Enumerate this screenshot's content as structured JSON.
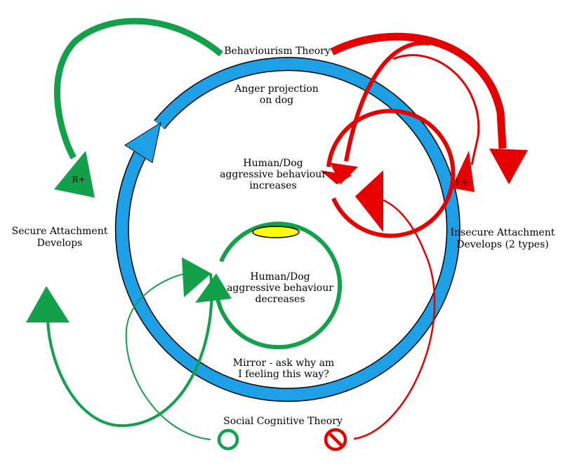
{
  "colors": {
    "blue": "#1ea0e6",
    "red": "#e60000",
    "green": "#12a04a",
    "yellow": "#ffff00"
  },
  "labels": {
    "behaviourism": "Behaviourism Theory",
    "anger_line1": "Anger projection",
    "anger_line2": "on dog",
    "increase_line1": "Human/Dog",
    "increase_line2": "aggressive behaviour",
    "increase_line3": "increases",
    "decrease_line1": "Human/Dog",
    "decrease_line2": "aggressive behaviour",
    "decrease_line3": "decreases",
    "mirror_line1": "Mirror - ask why am",
    "mirror_line2": "I feeling this way?",
    "secure_line1": "Secure Attachment",
    "secure_line2": "Develops",
    "insecure_line1": "Insecure Attachment",
    "insecure_line2": "Develops (2 types)",
    "social": "Social Cognitive Theory",
    "r_plus": "R+",
    "p_plus": "P+"
  }
}
